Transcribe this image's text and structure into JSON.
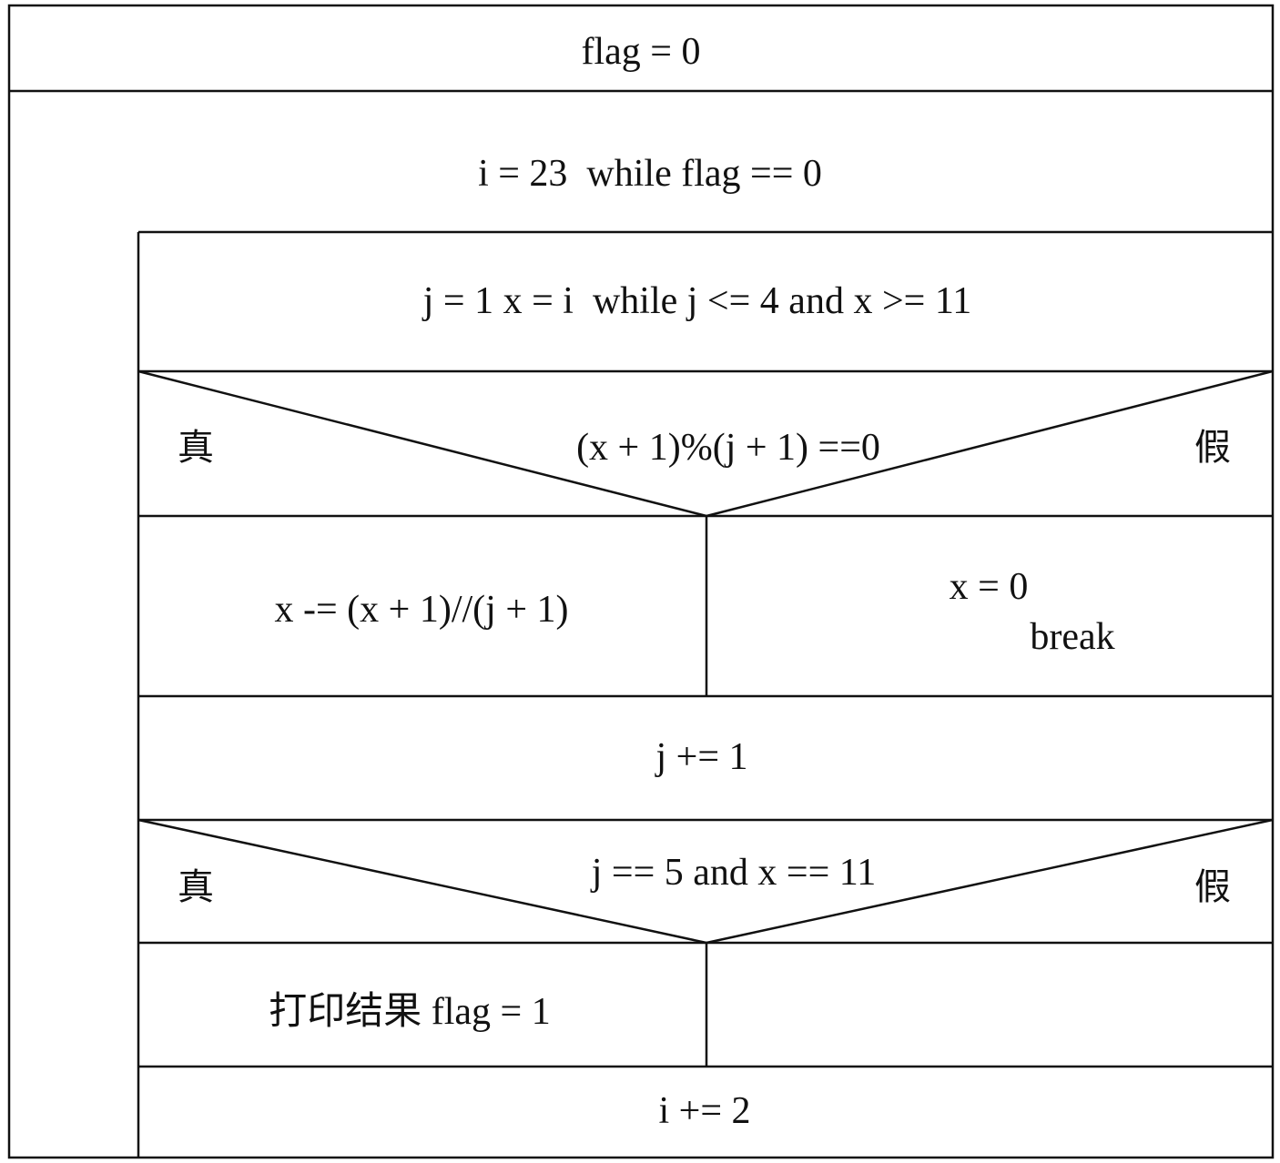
{
  "nsd": {
    "init": "flag = 0",
    "outer_loop": "i = 23  while flag == 0",
    "inner_loop": "j = 1 x = i  while j <= 4 and x >= 11",
    "cond1": {
      "true_label": "真",
      "condition": "(x + 1)%(j + 1) ==0",
      "false_label": "假",
      "true_branch": "x -= (x + 1)//(j + 1)",
      "false_branch_line1": "x = 0",
      "false_branch_line2": "break"
    },
    "j_increment": "j += 1",
    "cond2": {
      "true_label": "真",
      "condition": "j == 5 and x == 11",
      "false_label": "假",
      "true_branch": "打印结果 flag = 1",
      "false_branch": ""
    },
    "i_increment": "i += 2"
  }
}
